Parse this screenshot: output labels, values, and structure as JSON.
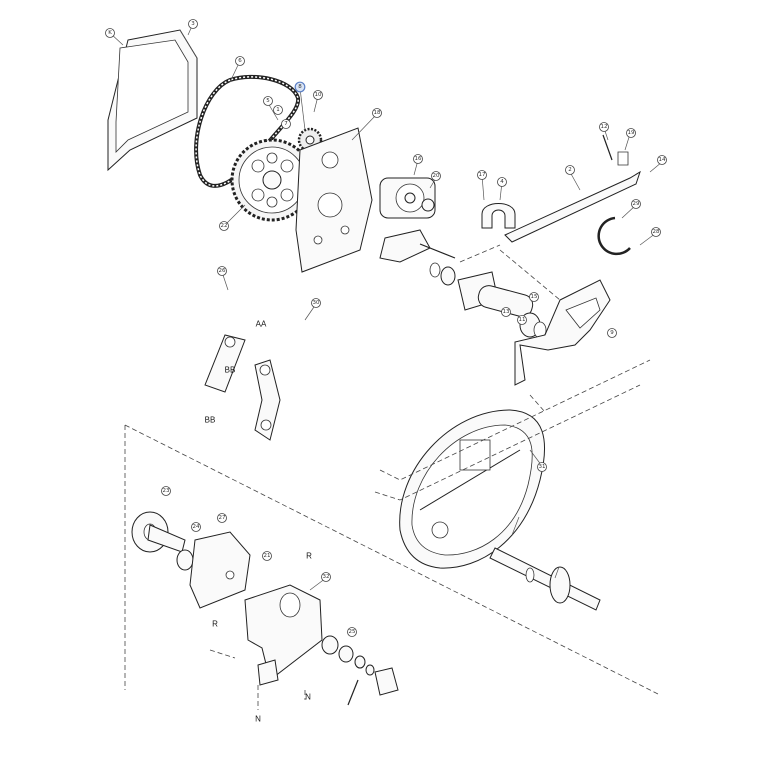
{
  "callouts": {
    "k1": "K",
    "num3": "3",
    "num6": "6",
    "num8": "8",
    "num10": "10",
    "num18": "18",
    "num22": "22",
    "num5": "5",
    "num1": "1",
    "num12": "12",
    "num7": "7",
    "num19": "19",
    "num2": "2",
    "num14": "14",
    "num16": "16",
    "num20": "20",
    "num17": "17",
    "num4": "4",
    "num15": "15",
    "num9": "9",
    "num11": "11",
    "num13": "13",
    "num21": "21",
    "num23": "23",
    "num24": "24",
    "num25": "25",
    "num26": "26",
    "num27": "27",
    "num28": "28",
    "num29": "29",
    "num30": "30",
    "num31": "31",
    "num32": "32"
  },
  "letters": {
    "aa": "AA",
    "bb1": "BB",
    "bb2": "BB",
    "r1": "R",
    "r2": "R",
    "n1": "N",
    "n2": "N"
  },
  "selected_callout": "8"
}
